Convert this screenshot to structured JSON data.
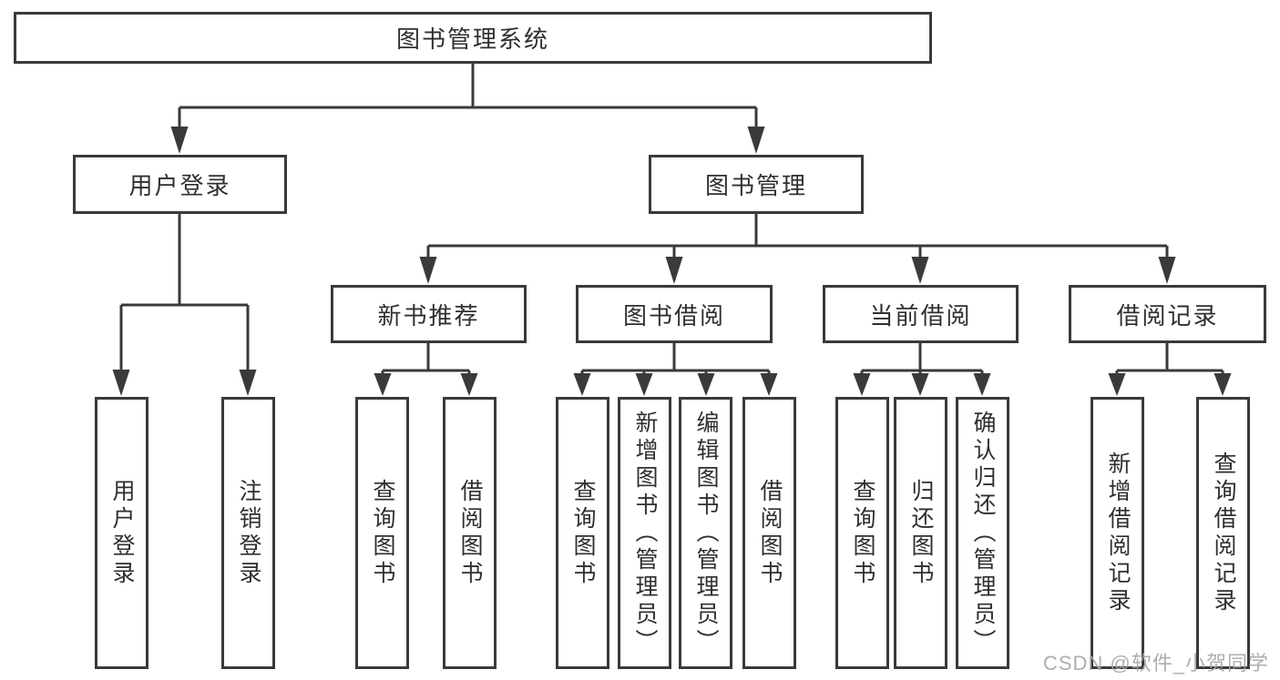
{
  "colors": {
    "line": "#3a3a3a",
    "box_border": "#3a3a3a",
    "text": "#2f2f2f",
    "watermark": "#a5a5a5",
    "background": "#ffffff"
  },
  "watermark": "CSDN @软件_小贺同学",
  "tree": {
    "label": "图书管理系统",
    "children": [
      {
        "label": "用户登录",
        "children": [
          {
            "label": "用户登录"
          },
          {
            "label": "注销登录"
          }
        ]
      },
      {
        "label": "图书管理",
        "children": [
          {
            "label": "新书推荐",
            "children": [
              {
                "label": "查询图书"
              },
              {
                "label": "借阅图书"
              }
            ]
          },
          {
            "label": "图书借阅",
            "children": [
              {
                "label": "查询图书"
              },
              {
                "label": "新增图书（管理员）"
              },
              {
                "label": "编辑图书（管理员）"
              },
              {
                "label": "借阅图书"
              }
            ]
          },
          {
            "label": "当前借阅",
            "children": [
              {
                "label": "查询图书"
              },
              {
                "label": "归还图书"
              },
              {
                "label": "确认归还（管理员）"
              }
            ]
          },
          {
            "label": "借阅记录",
            "children": [
              {
                "label": "新增借阅记录"
              },
              {
                "label": "查询借阅记录"
              }
            ]
          }
        ]
      }
    ]
  }
}
